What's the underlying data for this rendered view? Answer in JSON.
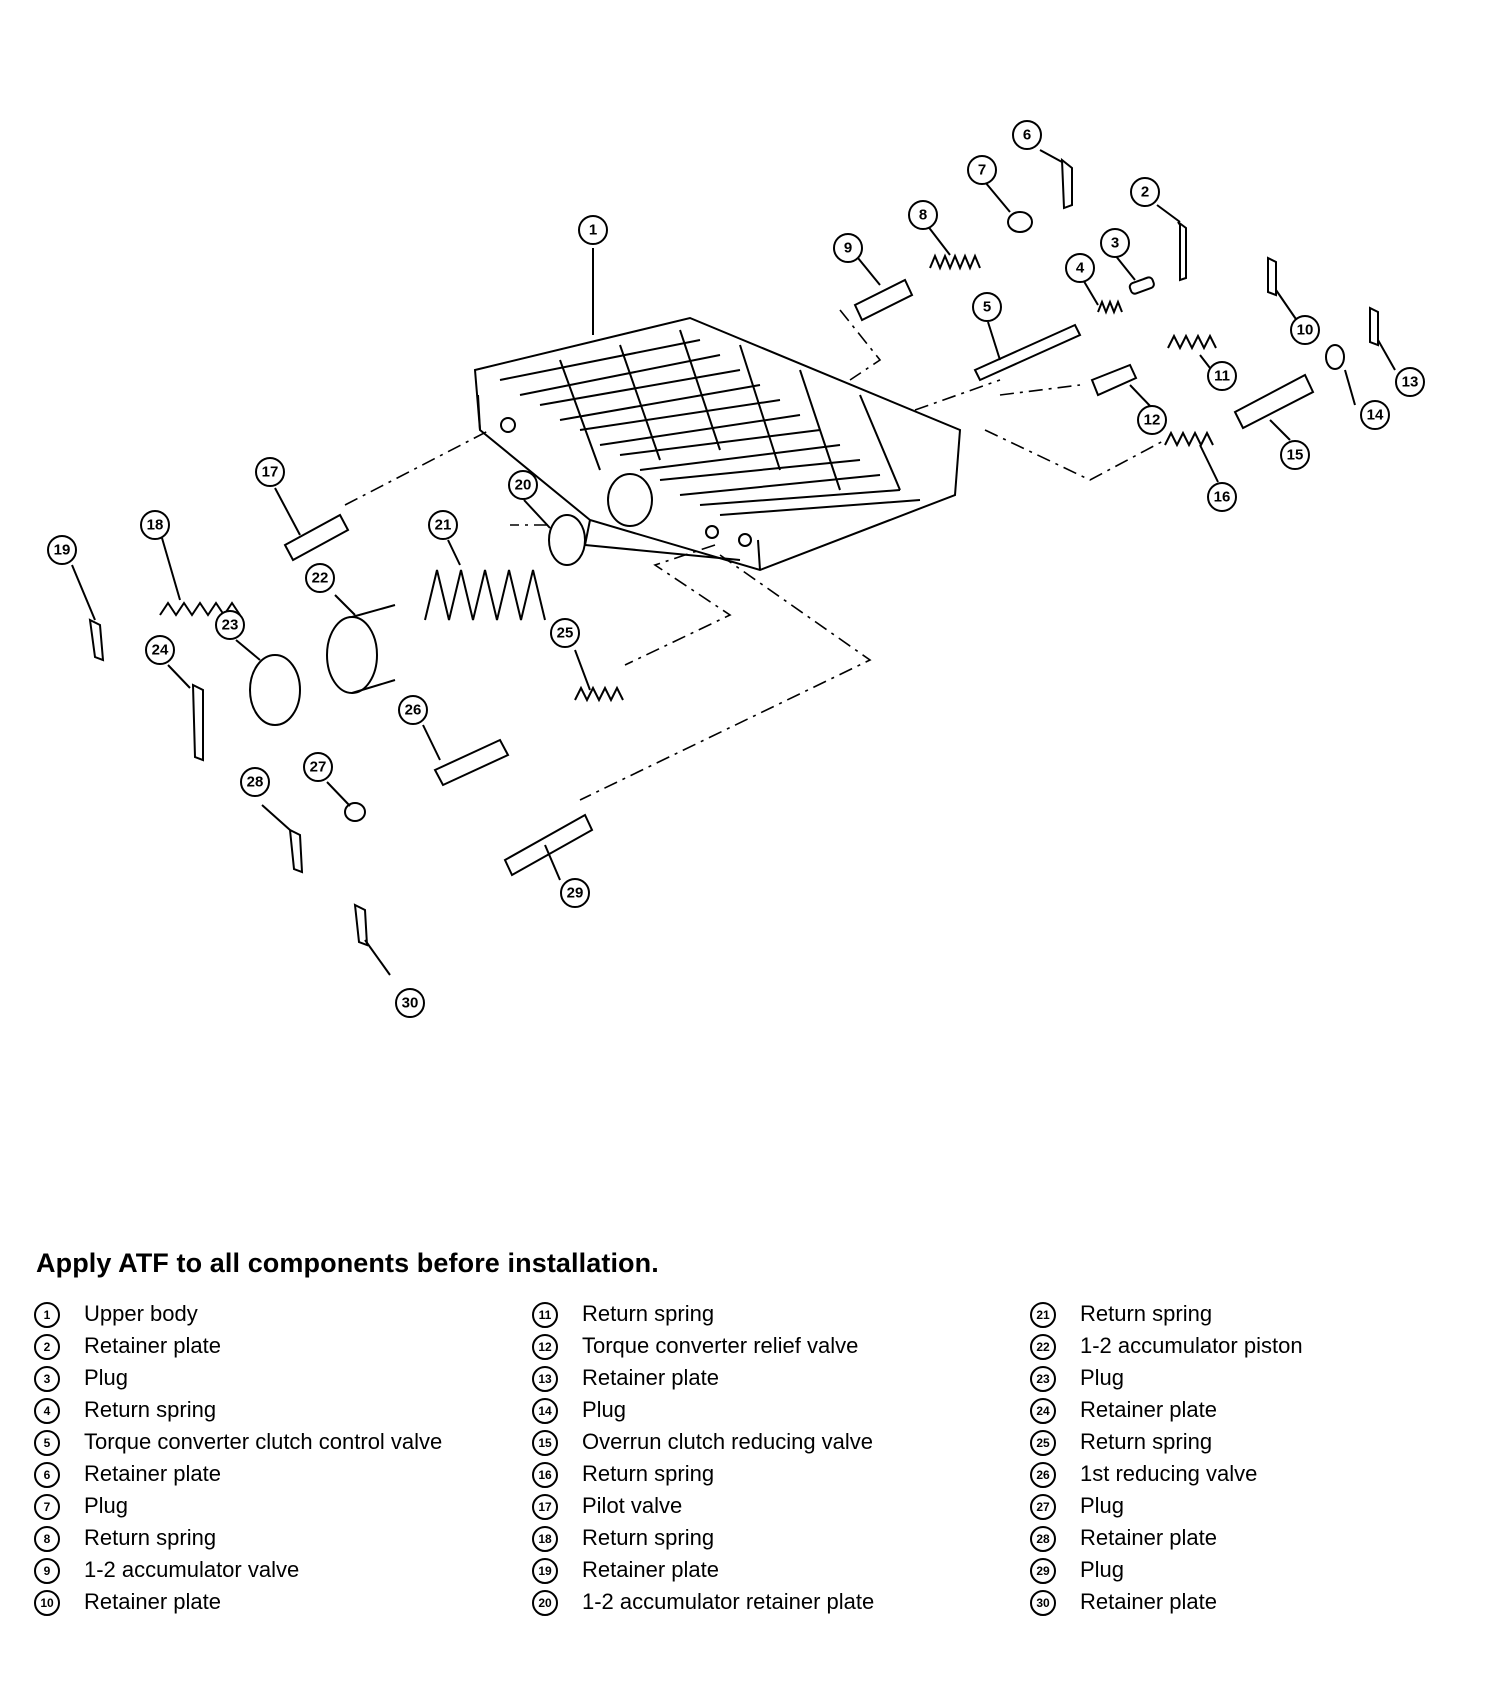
{
  "diagram": {
    "callouts": [
      {
        "n": "1",
        "label_num": "①"
      },
      {
        "n": "2",
        "label_num": "②"
      },
      {
        "n": "3",
        "label_num": "③"
      },
      {
        "n": "4",
        "label_num": "④"
      },
      {
        "n": "5",
        "label_num": "⑤"
      },
      {
        "n": "6",
        "label_num": "⑥"
      },
      {
        "n": "7",
        "label_num": "⑦"
      },
      {
        "n": "8",
        "label_num": "⑧"
      },
      {
        "n": "9",
        "label_num": "⑨"
      },
      {
        "n": "10",
        "label_num": "⑩"
      },
      {
        "n": "11",
        "label_num": "⑪"
      },
      {
        "n": "12",
        "label_num": "⑫"
      },
      {
        "n": "13",
        "label_num": "⑬"
      },
      {
        "n": "14",
        "label_num": "⑭"
      },
      {
        "n": "15",
        "label_num": "⑮"
      },
      {
        "n": "16",
        "label_num": "⑯"
      },
      {
        "n": "17",
        "label_num": "⑰"
      },
      {
        "n": "18",
        "label_num": "⑱"
      },
      {
        "n": "19",
        "label_num": "⑲"
      },
      {
        "n": "20",
        "label_num": "⑳"
      },
      {
        "n": "21",
        "label_num": "㉑"
      },
      {
        "n": "22",
        "label_num": "㉒"
      },
      {
        "n": "23",
        "label_num": "㉓"
      },
      {
        "n": "24",
        "label_num": "㉔"
      },
      {
        "n": "25",
        "label_num": "㉕"
      },
      {
        "n": "26",
        "label_num": "㉖"
      },
      {
        "n": "27",
        "label_num": "㉗"
      },
      {
        "n": "28",
        "label_num": "㉘"
      },
      {
        "n": "29",
        "label_num": "㉙"
      },
      {
        "n": "30",
        "label_num": "㉚"
      }
    ]
  },
  "note": "Apply ATF to all components before installation.",
  "legend": {
    "col1": [
      {
        "num": "1",
        "label": "Upper body"
      },
      {
        "num": "2",
        "label": "Retainer plate"
      },
      {
        "num": "3",
        "label": "Plug"
      },
      {
        "num": "4",
        "label": "Return spring"
      },
      {
        "num": "5",
        "label": "Torque converter clutch control valve"
      },
      {
        "num": "6",
        "label": "Retainer plate"
      },
      {
        "num": "7",
        "label": "Plug"
      },
      {
        "num": "8",
        "label": "Return spring"
      },
      {
        "num": "9",
        "label": "1-2 accumulator valve"
      },
      {
        "num": "10",
        "label": "Retainer plate"
      }
    ],
    "col2": [
      {
        "num": "11",
        "label": "Return spring"
      },
      {
        "num": "12",
        "label": "Torque converter relief valve"
      },
      {
        "num": "13",
        "label": "Retainer plate"
      },
      {
        "num": "14",
        "label": "Plug"
      },
      {
        "num": "15",
        "label": "Overrun clutch reducing valve"
      },
      {
        "num": "16",
        "label": "Return spring"
      },
      {
        "num": "17",
        "label": "Pilot valve"
      },
      {
        "num": "18",
        "label": "Return spring"
      },
      {
        "num": "19",
        "label": "Retainer plate"
      },
      {
        "num": "20",
        "label": "1-2 accumulator retainer plate"
      }
    ],
    "col3": [
      {
        "num": "21",
        "label": "Return spring"
      },
      {
        "num": "22",
        "label": "1-2 accumulator piston"
      },
      {
        "num": "23",
        "label": "Plug"
      },
      {
        "num": "24",
        "label": "Retainer plate"
      },
      {
        "num": "25",
        "label": "Return spring"
      },
      {
        "num": "26",
        "label": "1st reducing valve"
      },
      {
        "num": "27",
        "label": "Plug"
      },
      {
        "num": "28",
        "label": "Retainer plate"
      },
      {
        "num": "29",
        "label": "Plug"
      },
      {
        "num": "30",
        "label": "Retainer plate"
      }
    ]
  }
}
